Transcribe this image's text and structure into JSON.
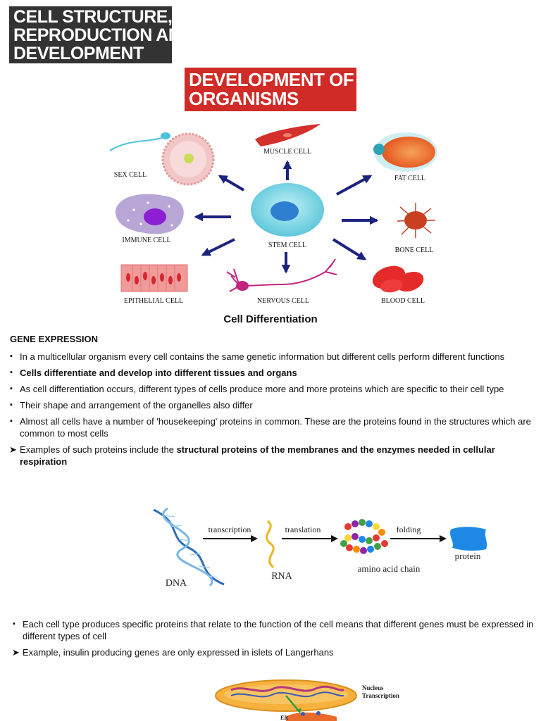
{
  "header": {
    "line1": "CELL STRUCTURE,",
    "line2": "REPRODUCTION AND",
    "line3": "DEVELOPMENT"
  },
  "subheader": {
    "line1": "DEVELOPMENT OF",
    "line2": "ORGANISMS"
  },
  "diagram1": {
    "center": "STEM CELL",
    "cells": {
      "sex": "SEX CELL",
      "muscle": "MUSCLE CELL",
      "fat": "FAT CELL",
      "immune": "IMMUNE CELL",
      "bone": "BONE CELL",
      "epithelial": "EPITHELIAL CELL",
      "nervous": "NERVOUS CELL",
      "blood": "BLOOD CELL"
    },
    "caption": "Cell Differentiation"
  },
  "section": {
    "title": "GENE EXPRESSION",
    "bullets": [
      "In a multicellular organism every cell contains the same genetic information but different cells perform different functions",
      "Cells differentiate and develop into different tissues and organs",
      "As cell differentiation occurs, different types of cells produce more and more proteins which are specific to their cell type",
      "Their shape and arrangement of the organelles also differ",
      "Almost all cells have a number of 'housekeeping' proteins in common. These are the proteins found in the structures which are common to most cells"
    ],
    "example1_prefix": "Examples of such proteins include the ",
    "example1_bold": "structural proteins of the membranes and the enzymes needed in cellular respiration"
  },
  "diagram2": {
    "dna": "DNA",
    "transcription": "transcription",
    "rna": "RNA",
    "translation": "translation",
    "amino": "amino acid chain",
    "folding": "folding",
    "protein": "protein"
  },
  "section2": {
    "bullet": "Each cell type produces specific proteins that relate to the function of the cell means that different genes must be expressed in different types of cell",
    "example": "Example, insulin producing genes are only expressed in islets of Langerhans"
  },
  "diagram3": {
    "nucleus": "Nucleus",
    "transcription": "Transcription",
    "er": "ER"
  },
  "colors": {
    "header_bg": "#333333",
    "subheader_bg": "#d02b26",
    "arrow": "#1a237e"
  }
}
